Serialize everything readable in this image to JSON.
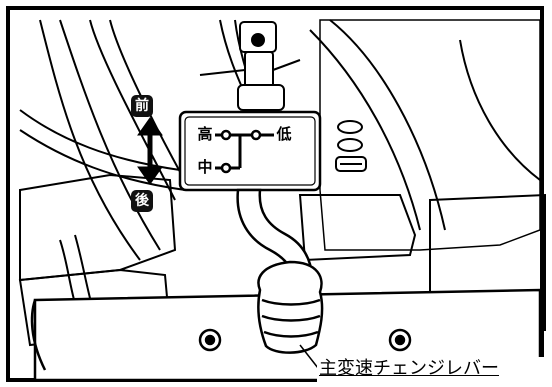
{
  "callout": {
    "label": "主変速チェンジレバー"
  },
  "direction": {
    "forward": "前",
    "reverse": "後"
  },
  "gate": {
    "top_left": "高",
    "top_right": "低",
    "bottom_left": "中"
  },
  "colors": {
    "line": "#000000",
    "background": "#ffffff"
  }
}
